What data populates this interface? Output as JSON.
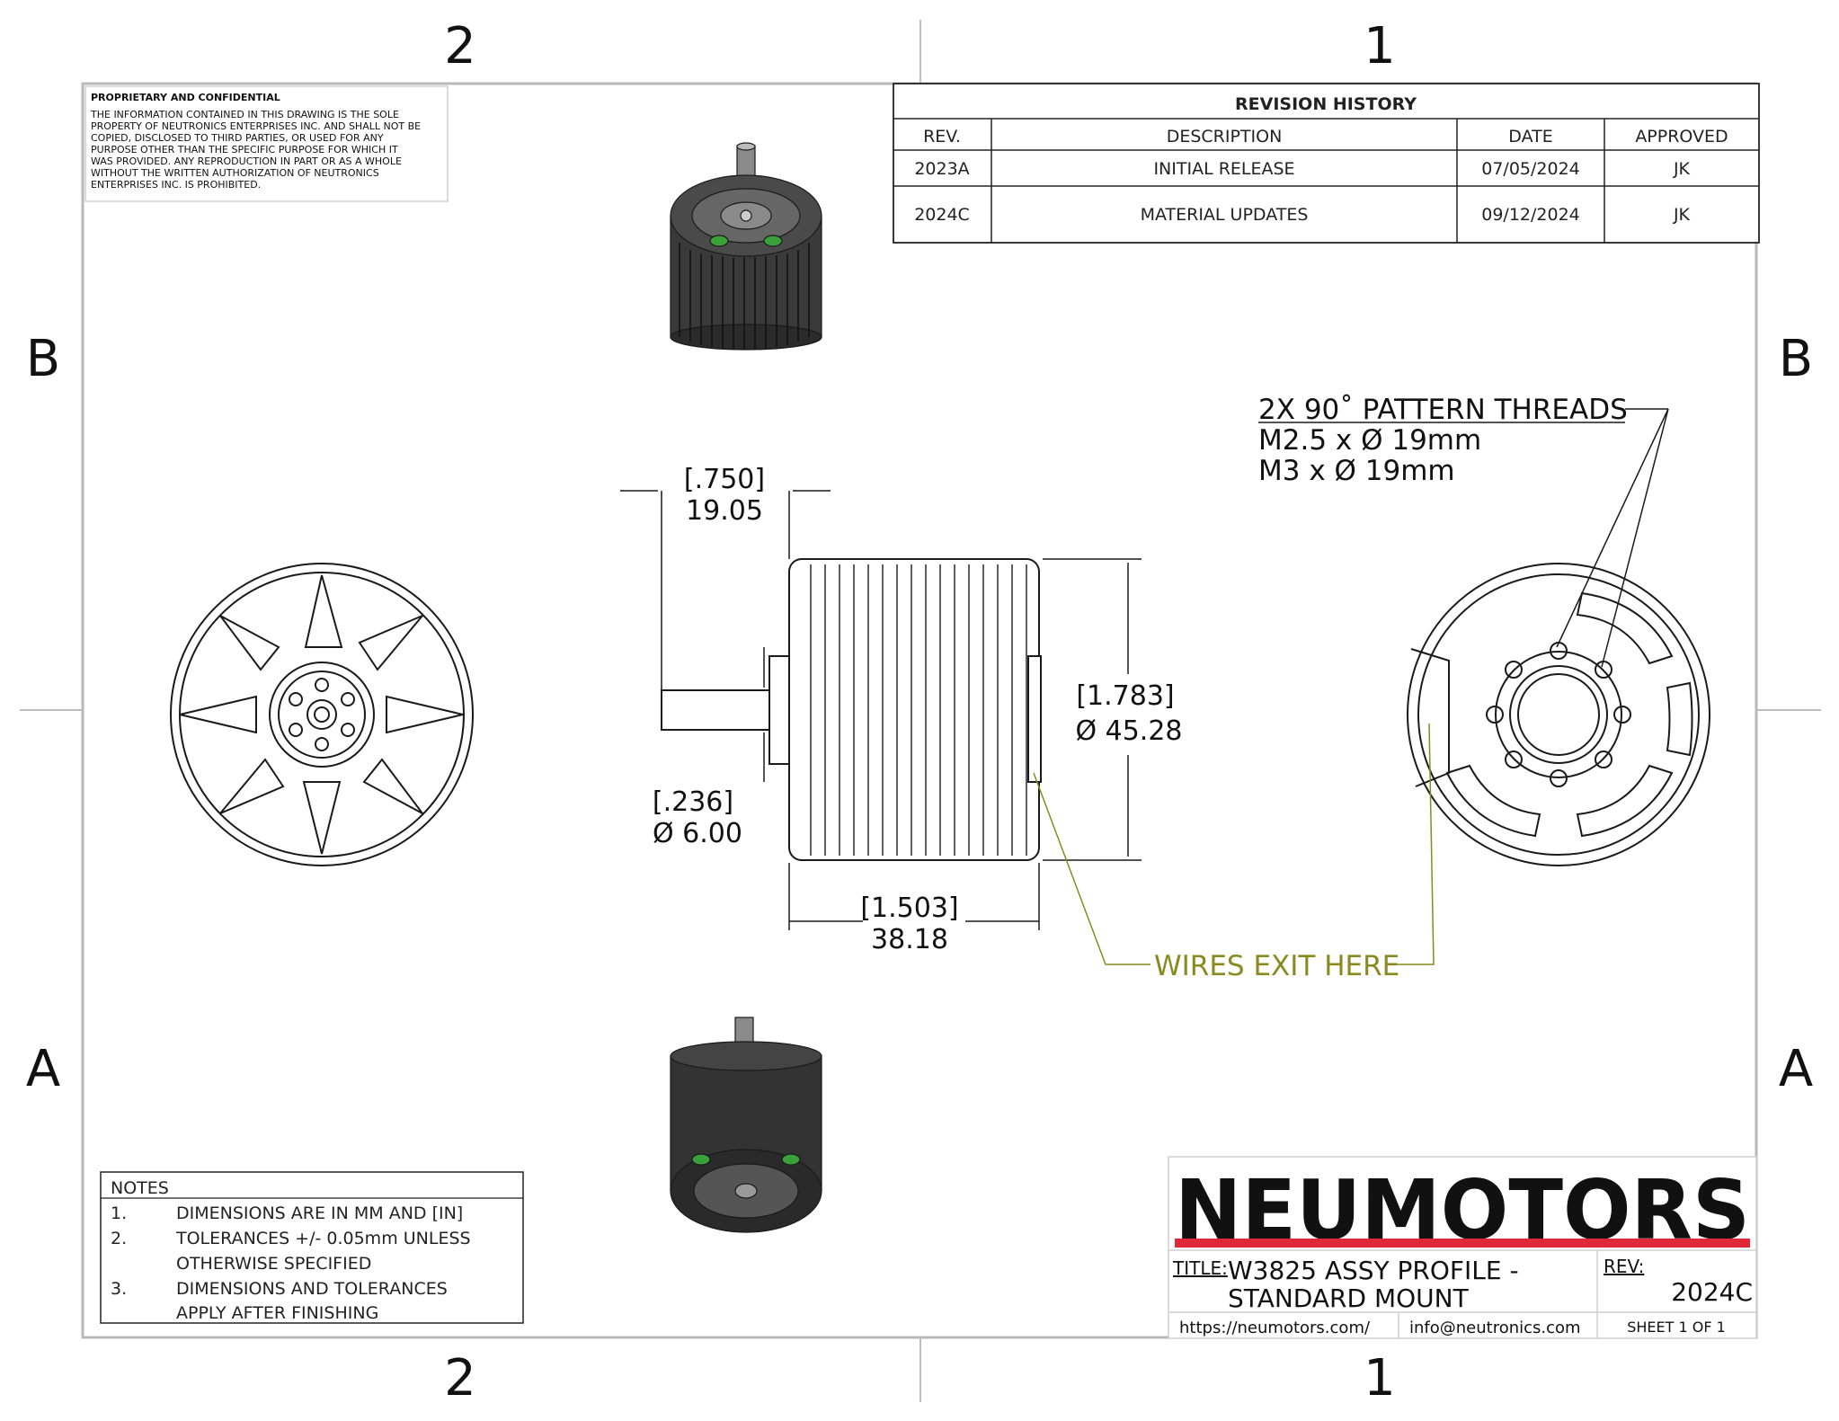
{
  "zones": {
    "columns": [
      "2",
      "1"
    ],
    "rows": [
      "B",
      "A"
    ]
  },
  "proprietary": {
    "title": "PROPRIETARY AND CONFIDENTIAL",
    "lines": [
      "THE INFORMATION CONTAINED IN THIS DRAWING IS THE SOLE",
      "PROPERTY OF NEUTRONICS ENTERPRISES INC. AND SHALL NOT BE",
      "COPIED, DISCLOSED TO THIRD PARTIES, OR USED FOR ANY",
      "PURPOSE OTHER THAN THE SPECIFIC PURPOSE FOR WHICH IT",
      "WAS PROVIDED. ANY  REPRODUCTION IN PART OR AS A WHOLE",
      "WITHOUT THE WRITTEN AUTHORIZATION OF NEUTRONICS",
      "ENTERPRISES INC. IS  PROHIBITED."
    ]
  },
  "revision_history": {
    "title": "REVISION HISTORY",
    "headers": [
      "REV.",
      "DESCRIPTION",
      "DATE",
      "APPROVED"
    ],
    "rows": [
      [
        "2023A",
        "INITIAL RELEASE",
        "07/05/2024",
        "JK"
      ],
      [
        "2024C",
        "MATERIAL UPDATES",
        "09/12/2024",
        "JK"
      ]
    ]
  },
  "dimensions": {
    "shaft_length_in": "[.750]",
    "shaft_length_mm": "19.05",
    "shaft_dia_in": "[.236]",
    "shaft_dia_mm": "Ø 6.00",
    "body_length_in": "[1.503]",
    "body_length_mm": "38.18",
    "body_dia_in": "[1.783]",
    "body_dia_mm": "Ø 45.28"
  },
  "callouts": {
    "threads_line1": "2X 90˚ PATTERN THREADS",
    "threads_line2": "M2.5 x Ø 19mm",
    "threads_line3": "M3 x Ø 19mm",
    "wires": "WIRES EXIT HERE"
  },
  "notes": {
    "header": "NOTES",
    "items": [
      {
        "num": "1.",
        "lines": [
          "DIMENSIONS ARE IN MM AND [IN]"
        ]
      },
      {
        "num": "2.",
        "lines": [
          "TOLERANCES +/- 0.05mm UNLESS",
          "OTHERWISE SPECIFIED"
        ]
      },
      {
        "num": "3.",
        "lines": [
          "DIMENSIONS AND TOLERANCES",
          "APPLY AFTER FINISHING"
        ]
      }
    ]
  },
  "title_block": {
    "logo": "NEUMOTORS",
    "title_label": "TITLE:",
    "title_line1": "W3825 ASSY PROFILE -",
    "title_line2": "STANDARD MOUNT",
    "rev_label": "REV:",
    "rev_value": "2024C",
    "website": "https://neumotors.com/",
    "email": "info@neutronics.com",
    "sheet": "SHEET 1 OF 1"
  },
  "colors": {
    "line": "#1a1a1a",
    "border": "#b8b8b8",
    "leader": "#8a8a20",
    "logo_red": "#e0283a",
    "winding_green": "#3aa03a"
  }
}
